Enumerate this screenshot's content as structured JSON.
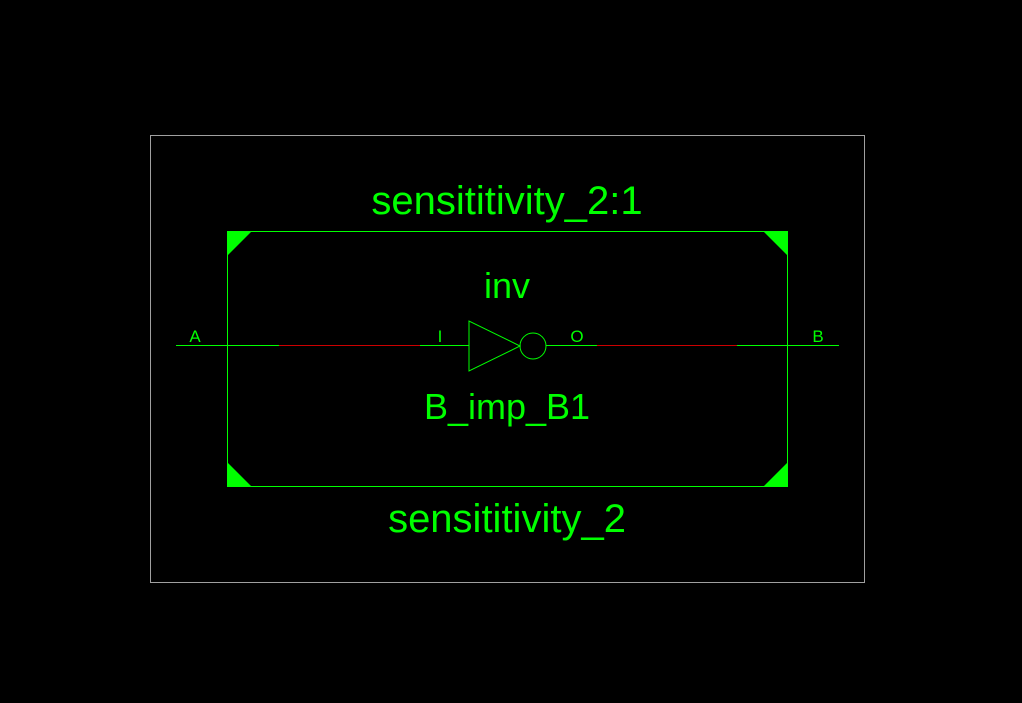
{
  "colors": {
    "background": "#000000",
    "primary": "#00ff00",
    "frame": "#a0a0a0",
    "net_highlight": "#cc0000"
  },
  "module": {
    "instance_label": "sensititivity_2:1",
    "name_label": "sensititivity_2"
  },
  "ports": {
    "input": "A",
    "output": "B"
  },
  "cell": {
    "type_label": "inv",
    "instance_name": "B_imp_B1",
    "input_pin": "I",
    "output_pin": "O",
    "icon": "inverter-gate-icon"
  }
}
